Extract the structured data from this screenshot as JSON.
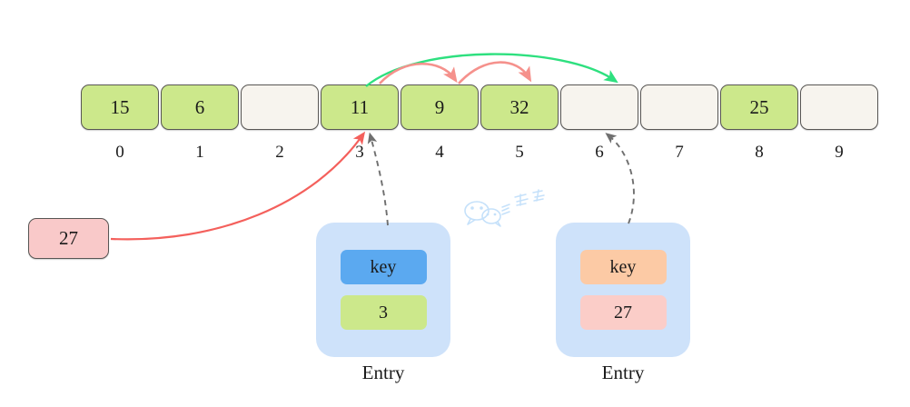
{
  "diagram": {
    "title": "hash-table-linear-probing-insert",
    "array": {
      "name": "hash-table-bucket-array",
      "cells": [
        {
          "index": "0",
          "value": "15",
          "filled": true
        },
        {
          "index": "1",
          "value": "6",
          "filled": true
        },
        {
          "index": "2",
          "value": "",
          "filled": false
        },
        {
          "index": "3",
          "value": "11",
          "filled": true
        },
        {
          "index": "4",
          "value": "9",
          "filled": true
        },
        {
          "index": "5",
          "value": "32",
          "filled": true
        },
        {
          "index": "6",
          "value": "",
          "filled": false
        },
        {
          "index": "7",
          "value": "",
          "filled": false
        },
        {
          "index": "8",
          "value": "25",
          "filled": true
        },
        {
          "index": "9",
          "value": "",
          "filled": false
        }
      ]
    },
    "source_box": {
      "name": "incoming-value-box",
      "value": "27"
    },
    "entries": [
      {
        "name": "entry-card-left",
        "caption": "Entry",
        "key_label": "key",
        "value_label": "3",
        "key_color": "#5ba9f0",
        "value_color": "#cce88b"
      },
      {
        "name": "entry-card-right",
        "caption": "Entry",
        "key_label": "key",
        "value_label": "27",
        "key_color": "#fccaa5",
        "value_color": "#fbcdc8"
      }
    ],
    "arrows": [
      {
        "name": "probe-arrow-3-to-4",
        "color": "#f5918c",
        "style": "solid",
        "from_index": "3",
        "to_index": "4"
      },
      {
        "name": "probe-arrow-4-to-5",
        "color": "#f5918c",
        "style": "solid",
        "from_index": "4",
        "to_index": "5"
      },
      {
        "name": "probe-arrow-3-to-6",
        "color": "#2ee07f",
        "style": "solid",
        "from_index": "3",
        "to_index": "6"
      },
      {
        "name": "insert-arrow-27-to-3",
        "color": "#f4605c",
        "style": "solid",
        "from_index": "",
        "to_index": "3"
      },
      {
        "name": "entry-link-left-to-3",
        "color": "#6f6f6f",
        "style": "dashed",
        "from_index": "",
        "to_index": "3"
      },
      {
        "name": "entry-link-right-to-6",
        "color": "#6f6f6f",
        "style": "dashed",
        "from_index": "",
        "to_index": "6"
      }
    ],
    "watermark": {
      "name": "wechat-watermark",
      "color": "#bcdcfa"
    },
    "colors": {
      "cell_filled": "#cce88b",
      "cell_empty": "#f7f4ee",
      "cell_border": "#585654",
      "entry_card": "#cee2fa",
      "source_box": "#f9c9c9",
      "probe_arrow": "#f5918c",
      "found_arrow": "#2ee07f",
      "insert_arrow": "#f4605c",
      "link_arrow": "#6f6f6f"
    }
  }
}
